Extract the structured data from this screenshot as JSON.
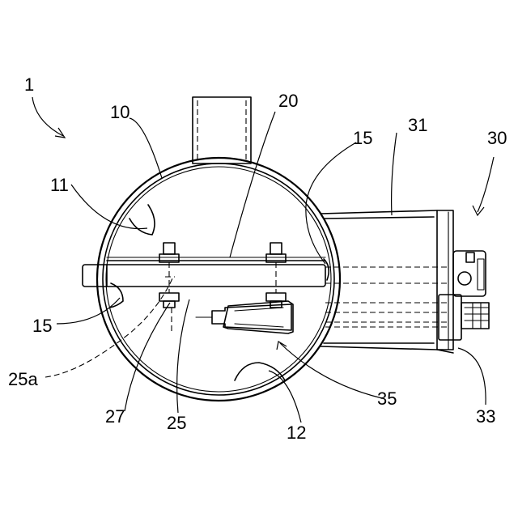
{
  "labels": {
    "assembly": "1",
    "vessel": "10",
    "opening_upper": "11",
    "opening_lower": "12",
    "rail_left": "15",
    "rail_right": "15",
    "plate": "20",
    "bar": "25",
    "bar_mark": "25a",
    "bolt": "27",
    "unit": "30",
    "housing": "31",
    "bracket": "33",
    "handle": "35"
  }
}
